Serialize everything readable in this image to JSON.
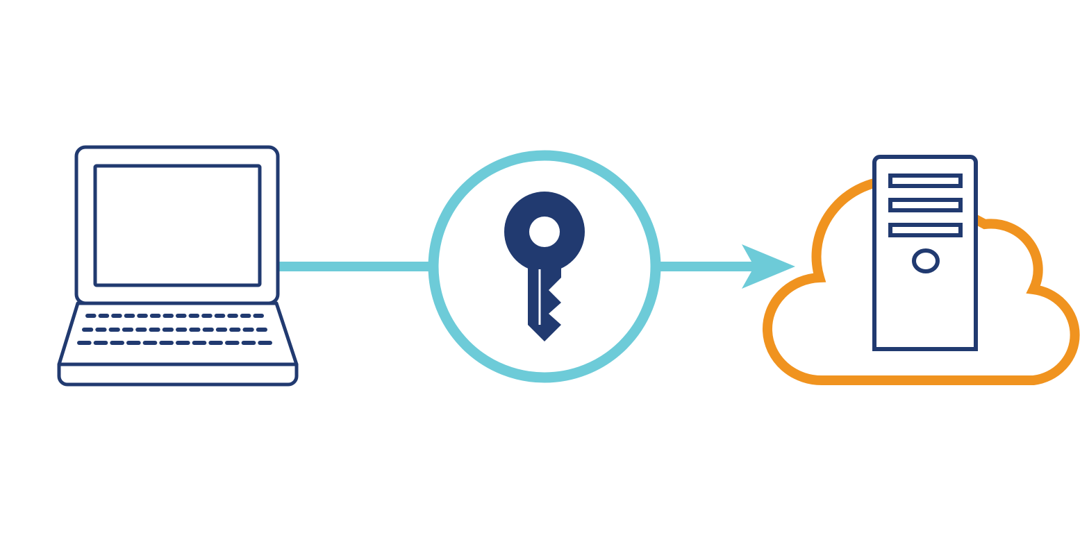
{
  "diagram": {
    "nodes": [
      {
        "id": "client",
        "icon": "laptop-icon"
      },
      {
        "id": "encryption",
        "icon": "key-icon"
      },
      {
        "id": "cloud-server",
        "icon": "cloud-server-icon"
      }
    ],
    "edges": [
      {
        "from": "client",
        "to": "encryption",
        "style": "line"
      },
      {
        "from": "encryption",
        "to": "cloud-server",
        "style": "arrow"
      }
    ]
  },
  "colors": {
    "navy": "#213a70",
    "teal": "#6dcbd8",
    "orange": "#f0931f",
    "background": "#ffffff"
  }
}
